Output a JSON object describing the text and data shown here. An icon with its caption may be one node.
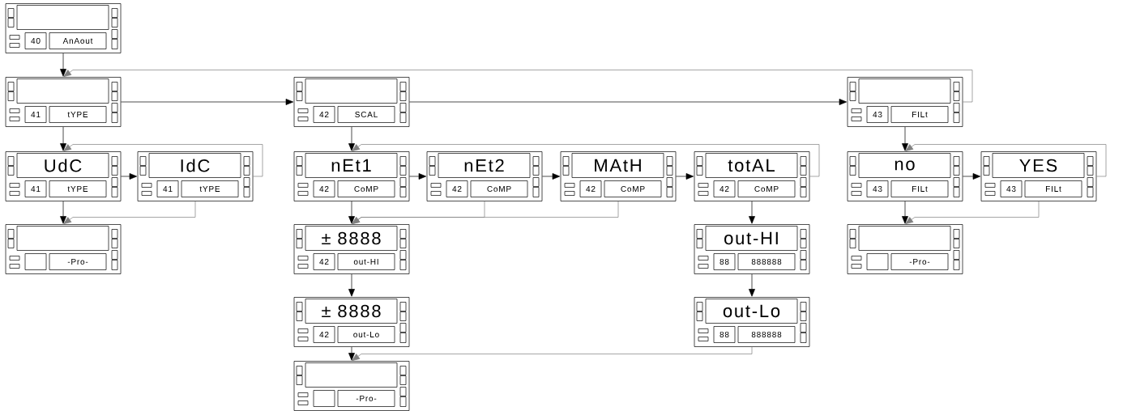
{
  "diagram": {
    "nodes": [
      {
        "text": [
          "40",
          "AnAout"
        ]
      },
      {
        "text": [
          "41",
          "tYPE"
        ]
      },
      {
        "text": [
          "42",
          "SCAL"
        ]
      },
      {
        "text": [
          "43",
          "FILt"
        ]
      },
      {
        "text": [
          "UdC",
          "41",
          "tYPE"
        ]
      },
      {
        "text": [
          "IdC",
          "41",
          "tYPE"
        ]
      },
      {
        "text": [
          "-Pro-"
        ]
      },
      {
        "text": [
          "nEt1",
          "42",
          "CoMP"
        ]
      },
      {
        "text": [
          "nEt2",
          "42",
          "CoMP"
        ]
      },
      {
        "text": [
          "MAtH",
          "42",
          "CoMP"
        ]
      },
      {
        "text": [
          "totAL",
          "42",
          "CoMP"
        ]
      },
      {
        "text": [
          "± 8888",
          "42",
          "out-HI"
        ]
      },
      {
        "text": [
          "± 8888",
          "42",
          "out-Lo"
        ]
      },
      {
        "text": [
          "-Pro-"
        ]
      },
      {
        "text": [
          "out-HI",
          "88",
          "888888"
        ]
      },
      {
        "text": [
          "out-Lo",
          "88",
          "888888"
        ]
      },
      {
        "text": [
          "no",
          "43",
          "FILt"
        ]
      },
      {
        "text": [
          "YES",
          "43",
          "FILt"
        ]
      },
      {
        "text": [
          "-Pro-"
        ]
      }
    ],
    "edges": [
      {
        "from": 0,
        "to": 1,
        "arrow": "to"
      },
      {
        "from": 1,
        "to": 2,
        "arrow": "to"
      },
      {
        "from": 2,
        "to": 3,
        "arrow": "to"
      },
      {
        "from": 3,
        "to": 1,
        "arrow": "to",
        "color": "#808080"
      },
      {
        "from": 1,
        "to": 4,
        "arrow": "to"
      },
      {
        "from": 2,
        "to": 7,
        "arrow": "to"
      },
      {
        "from": 3,
        "to": 16,
        "arrow": "to"
      },
      {
        "from": 4,
        "to": 5,
        "arrow": "to"
      },
      {
        "from": 5,
        "to": 4,
        "arrow": "to",
        "color": "#808080"
      },
      {
        "from": 4,
        "to": 6,
        "arrow": "to"
      },
      {
        "from": 5,
        "to": 6,
        "arrow": "to",
        "color": "#808080"
      },
      {
        "from": 7,
        "to": 8,
        "arrow": "to"
      },
      {
        "from": 8,
        "to": 9,
        "arrow": "to"
      },
      {
        "from": 9,
        "to": 10,
        "arrow": "to"
      },
      {
        "from": 10,
        "to": 7,
        "arrow": "to",
        "color": "#808080"
      },
      {
        "from": 7,
        "to": 11,
        "arrow": "to"
      },
      {
        "from": 8,
        "to": 11,
        "arrow": "to",
        "color": "#808080"
      },
      {
        "from": 9,
        "to": 11,
        "arrow": "to",
        "color": "#808080"
      },
      {
        "from": 10,
        "to": 14,
        "arrow": "to"
      },
      {
        "from": 11,
        "to": 12,
        "arrow": "to"
      },
      {
        "from": 14,
        "to": 15,
        "arrow": "to"
      },
      {
        "from": 12,
        "to": 13,
        "arrow": "to"
      },
      {
        "from": 15,
        "to": 13,
        "arrow": "to",
        "color": "#808080"
      },
      {
        "from": 16,
        "to": 17,
        "arrow": "to"
      },
      {
        "from": 17,
        "to": 16,
        "arrow": "to",
        "color": "#808080"
      },
      {
        "from": 16,
        "to": 18,
        "arrow": "to"
      },
      {
        "from": 17,
        "to": 18,
        "arrow": "to",
        "color": "#808080"
      }
    ]
  }
}
